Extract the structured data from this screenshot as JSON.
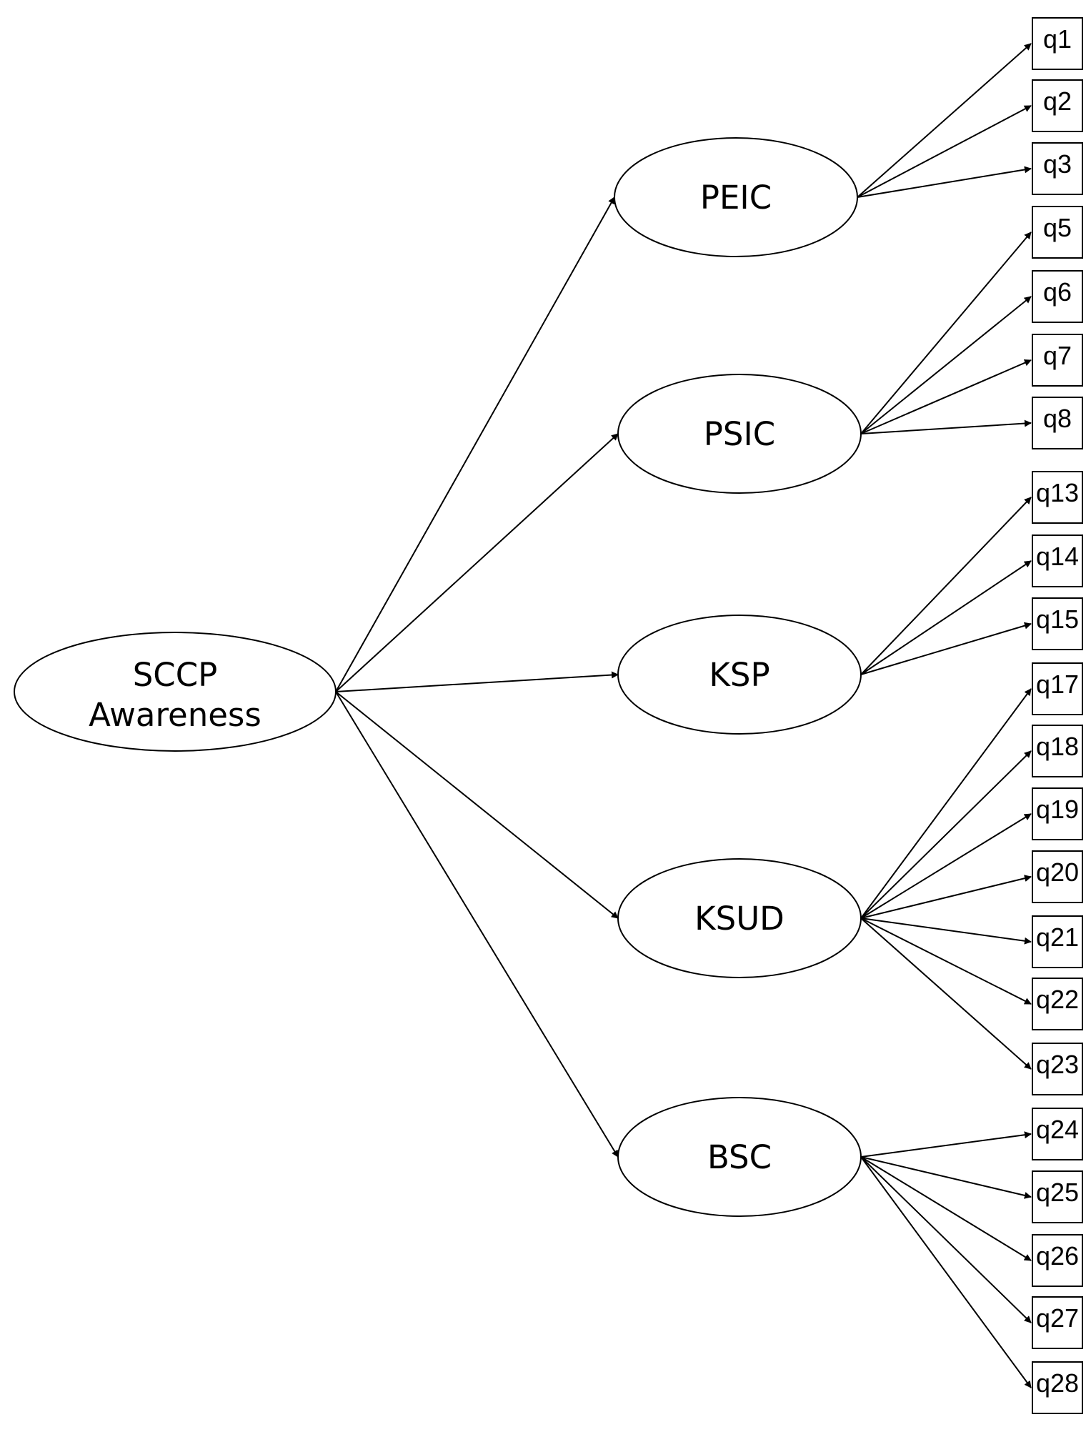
{
  "root": {
    "id": "sccp",
    "label_lines": [
      "SCCP",
      "Awareness"
    ]
  },
  "factors": [
    {
      "id": "peic",
      "label": "PEIC",
      "indicators": [
        "q1",
        "q2",
        "q3"
      ]
    },
    {
      "id": "psic",
      "label": "PSIC",
      "indicators": [
        "q5",
        "q6",
        "q7",
        "q8"
      ]
    },
    {
      "id": "ksp",
      "label": "KSP",
      "indicators": [
        "q13",
        "q14",
        "q15"
      ]
    },
    {
      "id": "ksud",
      "label": "KSUD",
      "indicators": [
        "q17",
        "q18",
        "q19",
        "q20",
        "q21",
        "q22",
        "q23"
      ]
    },
    {
      "id": "bsc",
      "label": "BSC",
      "indicators": [
        "q24",
        "q25",
        "q26",
        "q27",
        "q28"
      ]
    }
  ]
}
